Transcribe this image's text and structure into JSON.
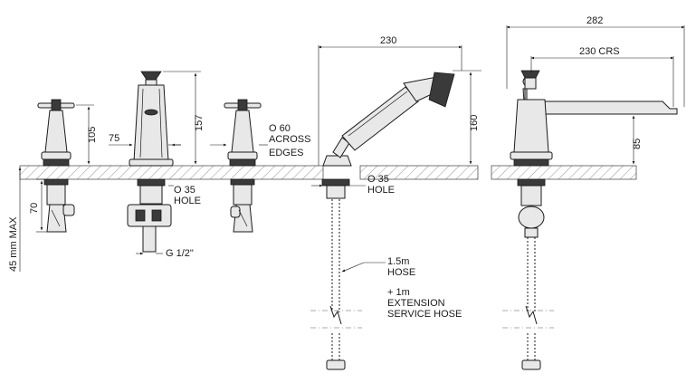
{
  "dimensions": {
    "overall_width": "282",
    "spout_reach": "230",
    "crs": "230 CRS",
    "handshower_height": "160",
    "tap_height": "105",
    "spout_height": "157",
    "spout_base": "75",
    "spout_clearance": "85",
    "tail_length": "70",
    "max_deck": "45 mm MAX"
  },
  "labels": {
    "hole_35_a_line1": "O 35",
    "hole_35_a_line2": "HOLE",
    "hole_35_b_line1": "O 35",
    "hole_35_b_line2": "HOLE",
    "across_line1": "O 60",
    "across_line2": "ACROSS",
    "across_line3": "EDGES",
    "thread": "G 1/2\"",
    "hose_line1": "1.5m",
    "hose_line2": "HOSE",
    "ext_line1": "+ 1m",
    "ext_line2": "EXTENSION",
    "ext_line3": "SERVICE HOSE"
  }
}
